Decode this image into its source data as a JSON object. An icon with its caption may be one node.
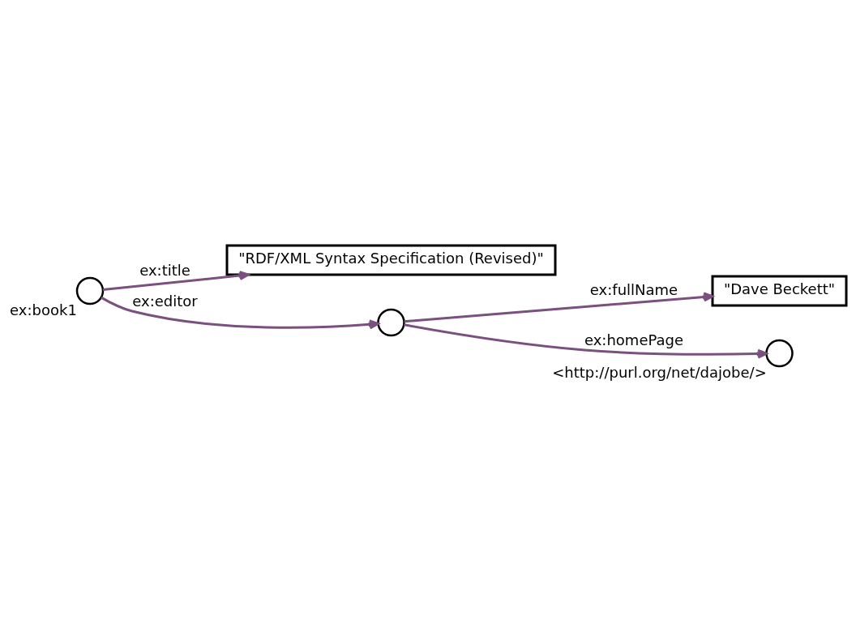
{
  "diagram": {
    "nodes": [
      {
        "text": [],
        "shape": "circle",
        "beside": [
          "ex:book1"
        ]
      },
      {
        "text": [
          "\"RDF/XML Syntax Specification (Revised)\""
        ]
      },
      {
        "text": [],
        "shape": "circle"
      },
      {
        "text": [
          "\"Dave Beckett\""
        ]
      },
      {
        "text": [],
        "shape": "circle",
        "beside": [
          "<http://purl.org/net/dajobe/>"
        ]
      }
    ],
    "edges": [
      {
        "from": 0,
        "to": 1,
        "arrow": "to",
        "label": "ex:title"
      },
      {
        "from": 0,
        "to": 2,
        "arrow": "to",
        "label": "ex:editor"
      },
      {
        "from": 2,
        "to": 3,
        "arrow": "to",
        "label": "ex:fullName"
      },
      {
        "from": 2,
        "to": 4,
        "arrow": "to",
        "label": "ex:homePage"
      }
    ]
  }
}
